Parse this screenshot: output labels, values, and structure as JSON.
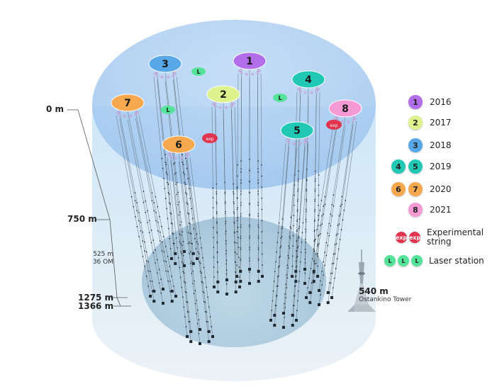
{
  "depths": {
    "surface": "0 m",
    "top_cluster": "750 m",
    "bottom_a": "1275 m",
    "bottom_b": "1366 m",
    "string_len": "525 m",
    "om_count": "36 OM"
  },
  "tower": {
    "height": "540 m",
    "name": "Ostankino Tower"
  },
  "clusters": [
    {
      "label": "1",
      "year": "2016",
      "color": "#b26ee8"
    },
    {
      "label": "2",
      "year": "2017",
      "color": "#ddf28c"
    },
    {
      "label": "3",
      "year": "2018",
      "color": "#58a8e8"
    },
    {
      "label": "4",
      "year": "2019",
      "color": "#21c8b4"
    },
    {
      "label": "5",
      "year": "2019",
      "color": "#21c8b4"
    },
    {
      "label": "6",
      "year": "2020",
      "color": "#f5a84e"
    },
    {
      "label": "7",
      "year": "2020",
      "color": "#f5a84e"
    },
    {
      "label": "8",
      "year": "2021",
      "color": "#f69ad6"
    }
  ],
  "legend": {
    "rows": [
      {
        "badges": [
          "1"
        ],
        "color": "#b26ee8",
        "text": "2016"
      },
      {
        "badges": [
          "2"
        ],
        "color": "#ddf28c",
        "text": "2017"
      },
      {
        "badges": [
          "3"
        ],
        "color": "#58a8e8",
        "text": "2018"
      },
      {
        "badges": [
          "4",
          "5"
        ],
        "color": "#21c8b4",
        "text": "2019"
      },
      {
        "badges": [
          "6",
          "7"
        ],
        "color": "#f5a84e",
        "text": "2020"
      },
      {
        "badges": [
          "8"
        ],
        "color": "#f69ad6",
        "text": "2021"
      }
    ],
    "experimental": {
      "text": "Experimental string",
      "badge": "exp",
      "color": "#e0344f"
    },
    "laser": {
      "text": "Laser station",
      "badge": "L",
      "color": "#55e39a"
    }
  }
}
